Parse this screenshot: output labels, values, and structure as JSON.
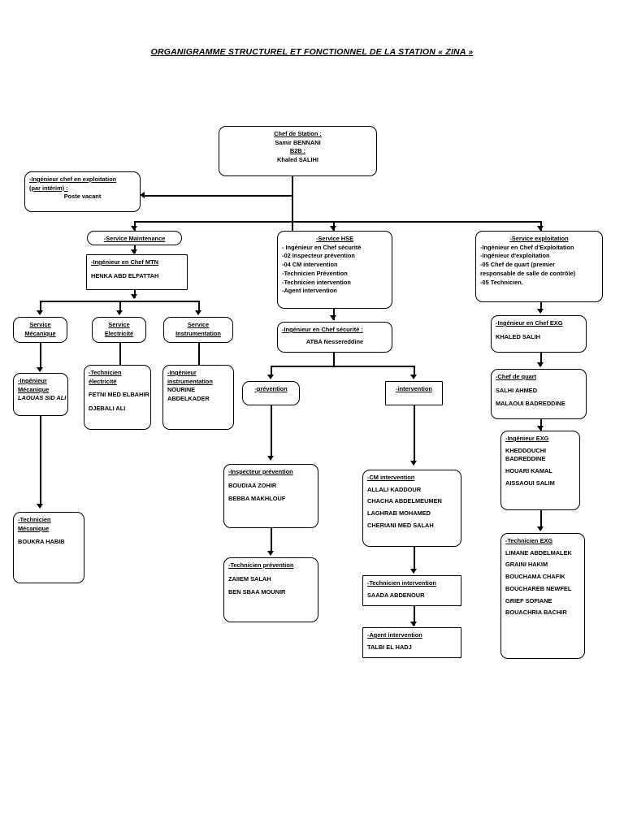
{
  "document": {
    "title": "ORGANIGRAMME STRUCTUREL ET FONCTIONNEL DE LA STATION « ZINA »"
  },
  "nodes": {
    "chef_station": {
      "line1": "Chef de Station :",
      "line2": "Samir BENNANI",
      "line3": "B2B :",
      "line4": "Khaled SALIHI"
    },
    "ing_chef_exploitation": {
      "line1": "-Ingénieur chef en exploitation",
      "line2": "(par intérim) :",
      "line3": "Poste vacant"
    },
    "service_maintenance": {
      "title": "-Service Maintenance"
    },
    "ing_chef_mtn": {
      "title": "-Ingénieur en Chef MTN",
      "name1": "HENKA ABD ELFATTAH"
    },
    "service_hse": {
      "title": "-Service HSE",
      "item1": "- Ingénieur en Chef sécurité",
      "item2": "-02 Inspecteur prévention",
      "item3": "-04 CM intervention",
      "item4": "-Technicien Prévention",
      "item5": "-Technicien intervention",
      "item6": "-Agent intervention"
    },
    "service_exploitation": {
      "title": "-Service exploitation",
      "item1": "-Ingénieur en Chef d'Exploitation",
      "item2": "-Ingénieur d'exploitation",
      "item3": " -05 Chef de quart (premier",
      "item4": "responsable de salle de contrôle)",
      "item5": "-05 Technicien."
    },
    "service_mecanique": {
      "line1": "Service",
      "line2": "Mécanique"
    },
    "service_electricite": {
      "line1": "Service",
      "line2": "Electricité"
    },
    "service_instrumentation": {
      "line1": "Service",
      "line2": "Instrumentation"
    },
    "ing_mecanique": {
      "title1": "-Ingénieur",
      "title2": "Mécanique",
      "name1": "LAOUAS SID ALI"
    },
    "tech_electricite": {
      "title1": "-Technicien",
      "title2": "électricité",
      "name1": "FETNI MED ELBAHIR",
      "name2": "DJEBALI ALI"
    },
    "ing_instrumentation": {
      "title1": "-Ingénieur",
      "title2": "instrumentation",
      "name1": "NOURINE",
      "name2": "ABDELKADER"
    },
    "tech_mecanique": {
      "title1": "-Technicien",
      "title2": "Mécanique",
      "name1": "BOUKRA HABIB"
    },
    "ing_chef_securite": {
      "title": "-Ingénieur en Chef sécurité :",
      "name1": "ATBA Nessereddine"
    },
    "prevention": {
      "title": "-prévention"
    },
    "intervention": {
      "title": "-intervention"
    },
    "inspecteur_prevention": {
      "title": "-Inspecteur prévention",
      "name1": "BOUDIAA ZOHIR",
      "name2": "BEBBA MAKHLOUF"
    },
    "tech_prevention": {
      "title": "-Technicien prévention",
      "name1": "ZAIIEM SALAH",
      "name2": "BEN SBAA MOUNIR"
    },
    "cm_intervention": {
      "title": "-CM intervention",
      "name1": "ALLALI KADDOUR",
      "name2": "CHACHA ABDELMEUMEN",
      "name3": "LAGHRAB MOHAMED",
      "name4": "CHERIANI MED SALAH"
    },
    "tech_intervention": {
      "title": "-Technicien intervention",
      "name1": "SAADA ABDENOUR"
    },
    "agent_intervention": {
      "title": "-Agent intervention",
      "name1": "TALBI EL HADJ"
    },
    "ing_chef_exg": {
      "title": "-Ingénieur en Chef EXG",
      "name1": "KHALED SALIH"
    },
    "chef_de_quart": {
      "title": "-Chef de quart",
      "name1": "SALHI AHMED",
      "name2": "MALAOUI BADREDDINE"
    },
    "ing_exg": {
      "title": "-Ingénieur EXG",
      "name1": "KHEDDOUCHI",
      "name2": "BADREDDINE",
      "name3": "HOUARI KAMAL",
      "name4": "AISSAOUI SALIM"
    },
    "tech_exg": {
      "title": "-Technicien EXG",
      "name1": "LIMANE ABDELMALEK",
      "name2": "GRAINI HAKIM",
      "name3": "BOUCHAMA CHAFIK",
      "name4": "BOUCHAREB NEWFEL",
      "name5": "GRIEF SOFIANE",
      "name6": "BOUACHRIA BACHIR"
    }
  }
}
